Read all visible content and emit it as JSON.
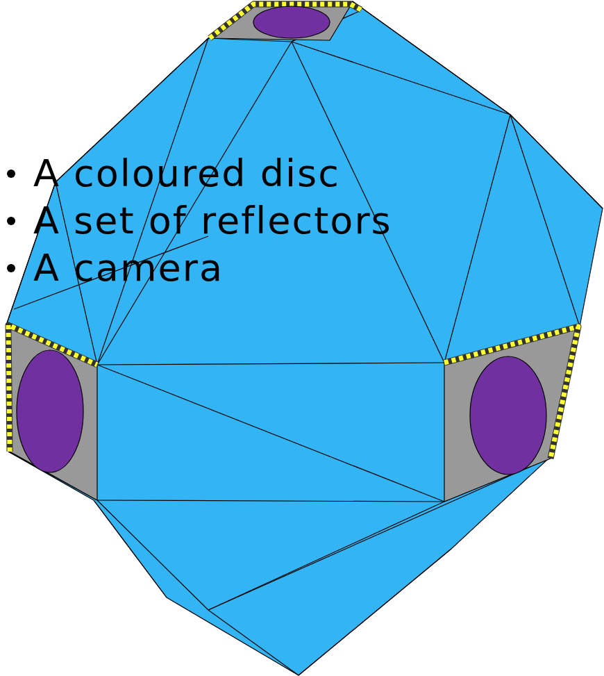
{
  "diagram": {
    "labels": [
      "A coloured disc",
      "A set of reflectors",
      "A camera"
    ]
  }
}
